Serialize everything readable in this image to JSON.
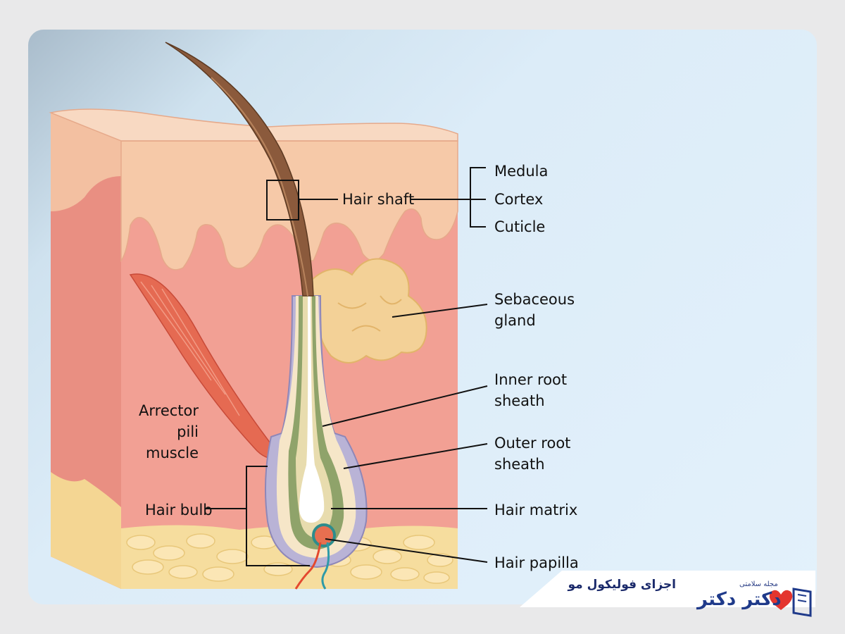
{
  "labels": {
    "hair_shaft": "Hair shaft",
    "medula": "Medula",
    "cortex": "Cortex",
    "cuticle": "Cuticle",
    "sebaceous_gland": [
      "Sebaceous",
      "gland"
    ],
    "inner_root_sheath": [
      "Inner root",
      "sheath"
    ],
    "outer_root_sheath": [
      "Outer root",
      "sheath"
    ],
    "hair_matrix": "Hair matrix",
    "hair_papilla": "Hair papilla",
    "hair_bulb": "Hair bulb",
    "arrector_pili_muscle": [
      "Arrector",
      "pili",
      "muscle"
    ]
  },
  "footer": {
    "title": "اجزای فولیکول مو",
    "brand_sub": "مجله سلامتی",
    "brand_name": "دکتر دکتر"
  },
  "colors": {
    "epidermis": "#f6c9a8",
    "dermis": "#f2a094",
    "fat": "#f6dd9e",
    "hair": "#8b5a3c",
    "inner_sheath": "#8fa36a",
    "outer_sheath": "#b9b3d6",
    "sebaceous": "#f3d197",
    "brand": "#1f3a8a",
    "heart": "#e4352f"
  }
}
